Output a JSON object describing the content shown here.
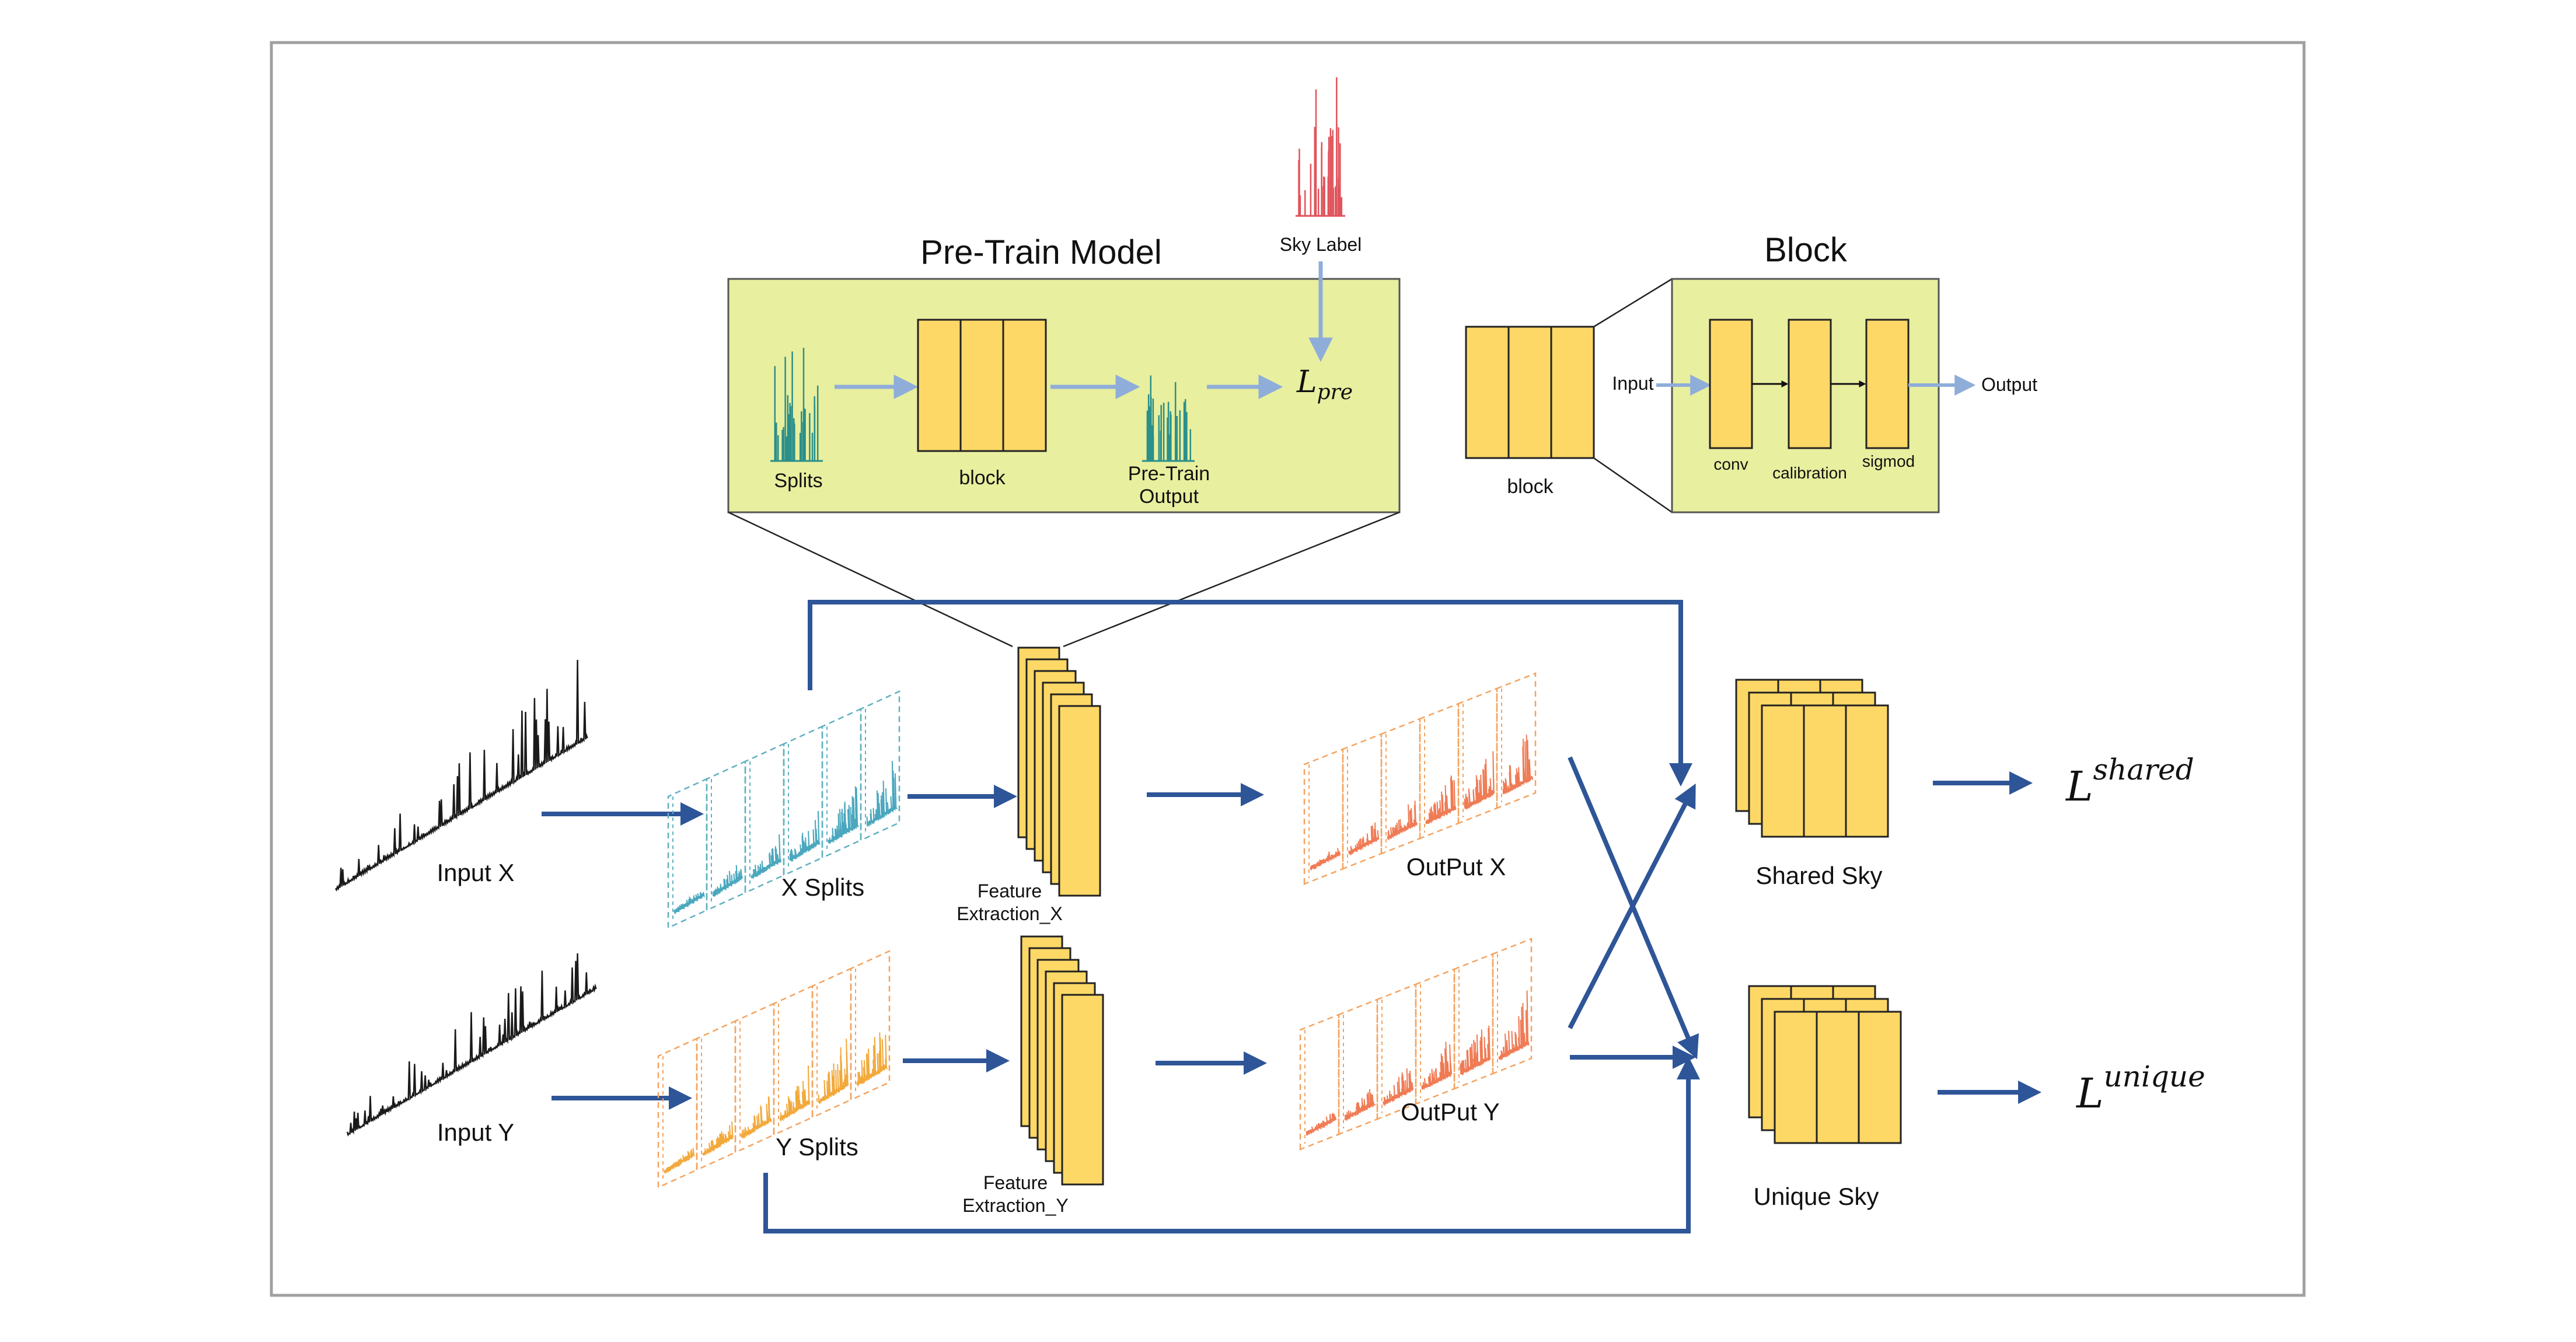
{
  "colors": {
    "frame": "#a0a0a0",
    "panel_fill": "#e8ef9e",
    "block_fill": "#fdd866",
    "block_stroke": "#222222",
    "arrow_main": "#2e5597",
    "arrow_light": "#8fadd9",
    "spectrum_black": "#1a1a1a",
    "spectrum_blue": "#4aa7be",
    "spectrum_orange": "#f2a93b",
    "spectrum_salmon": "#ef7b55",
    "spectrum_red": "#e0545b",
    "spectrum_teal": "#2b8f8a",
    "dash_teal": "#5fb1c0",
    "dash_orange": "#f4a35f"
  },
  "pretrain": {
    "title": "Pre-Train Model",
    "sky_label": "Sky Label",
    "splits_label": "Splits",
    "block_label": "block",
    "output_label_line1": "Pre-Train",
    "output_label_line2": "Output",
    "loss_base": "L",
    "loss_sub": "pre"
  },
  "block_detail": {
    "title": "Block",
    "small_block_label": "block",
    "input_label": "Input",
    "output_label": "Output",
    "conv_label": "conv",
    "calibration_label": "calibration",
    "sigmod_label": "sigmod"
  },
  "main": {
    "input_x": "Input X",
    "input_y": "Input Y",
    "x_splits": "X Splits",
    "y_splits": "Y Splits",
    "feature_x_line1": "Feature",
    "feature_x_line2": "Extraction_X",
    "feature_y_line1": "Feature",
    "feature_y_line2": "Extraction_Y",
    "output_x": "OutPut X",
    "output_y": "OutPut Y",
    "shared_sky": "Shared Sky",
    "unique_sky": "Unique Sky",
    "loss_shared_base": "L",
    "loss_shared_sup": "shared",
    "loss_unique_base": "L",
    "loss_unique_sup": "unique"
  }
}
